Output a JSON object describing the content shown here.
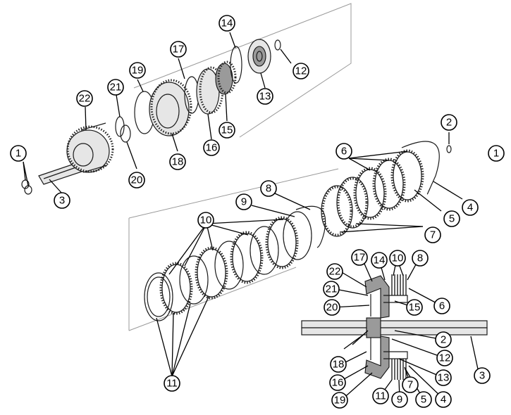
{
  "diagram": {
    "callouts": {
      "c1a": "1",
      "c1b": "1",
      "c2a": "2",
      "c2b": "2",
      "c3a": "3",
      "c3b": "3",
      "c4a": "4",
      "c4b": "4",
      "c5a": "5",
      "c5b": "5",
      "c6a": "6",
      "c6b": "6",
      "c7a": "7",
      "c7b": "7",
      "c8a": "8",
      "c8b": "8",
      "c9a": "9",
      "c9b": "9",
      "c10a": "10",
      "c10b": "10",
      "c11a": "11",
      "c11b": "11",
      "c12a": "12",
      "c12b": "12",
      "c13a": "13",
      "c13b": "13",
      "c14a": "14",
      "c14b": "14",
      "c15a": "15",
      "c15b": "15",
      "c16a": "16",
      "c16b": "16",
      "c17a": "17",
      "c17b": "17",
      "c18a": "18",
      "c18b": "18",
      "c19a": "19",
      "c19b": "19",
      "c20a": "20",
      "c20b": "20",
      "c21a": "21",
      "c21b": "21",
      "c22a": "22",
      "c22b": "22"
    }
  }
}
